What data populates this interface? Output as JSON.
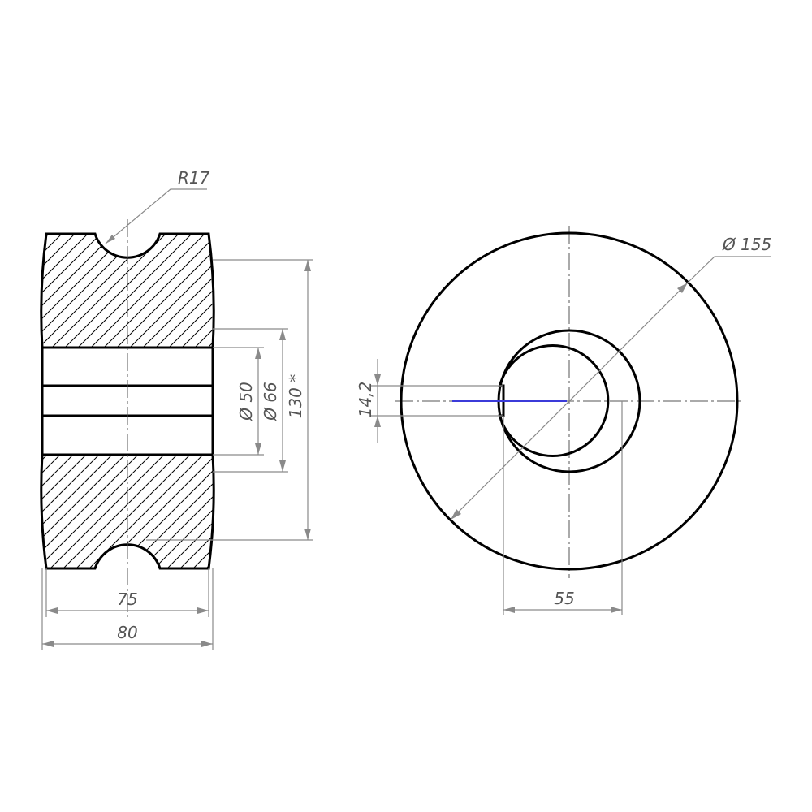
{
  "drawing": {
    "accent_color": "#3b3bd9",
    "line_color": "#000000",
    "dimension_color": "#8a8a8a"
  },
  "section_view": {
    "dim_groove_radius": "R17",
    "dim_bore_dia": "Ø 50",
    "dim_hub_dia": "Ø 66",
    "dim_body_height": "130 *",
    "dim_inner_width": "75",
    "dim_overall_width": "80"
  },
  "front_view": {
    "dim_outer_dia": "Ø 155",
    "dim_keyway_width": "14,2",
    "dim_hub_width": "55"
  }
}
